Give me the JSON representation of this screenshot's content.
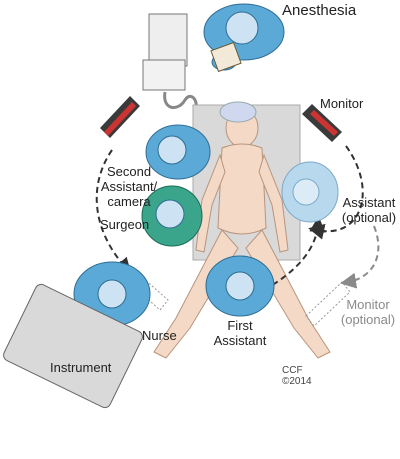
{
  "labels": {
    "anesthesia": "Anesthesia",
    "monitor": "Monitor",
    "second_assistant": [
      "Second",
      "Assistant/",
      "camera"
    ],
    "surgeon": "Surgeon",
    "assistant_optional": [
      "Assistant",
      "(optional)"
    ],
    "nurse": "Nurse",
    "first_assistant": [
      "First",
      "Assistant"
    ],
    "monitor_optional": [
      "Monitor",
      "(optional)"
    ],
    "instrument": "Instrument",
    "credit": [
      "CCF",
      "©2014"
    ]
  },
  "colors": {
    "gown_blue": "#5aa9d6",
    "gown_green": "#3aa58b",
    "gown_light": "#b8d8ee",
    "skin": "#f4d9c6",
    "table": "#d9d9d9",
    "monitor_dark": "#3a3a3a",
    "arrow": "#333333",
    "arrow_grey": "#8a8a8a"
  }
}
